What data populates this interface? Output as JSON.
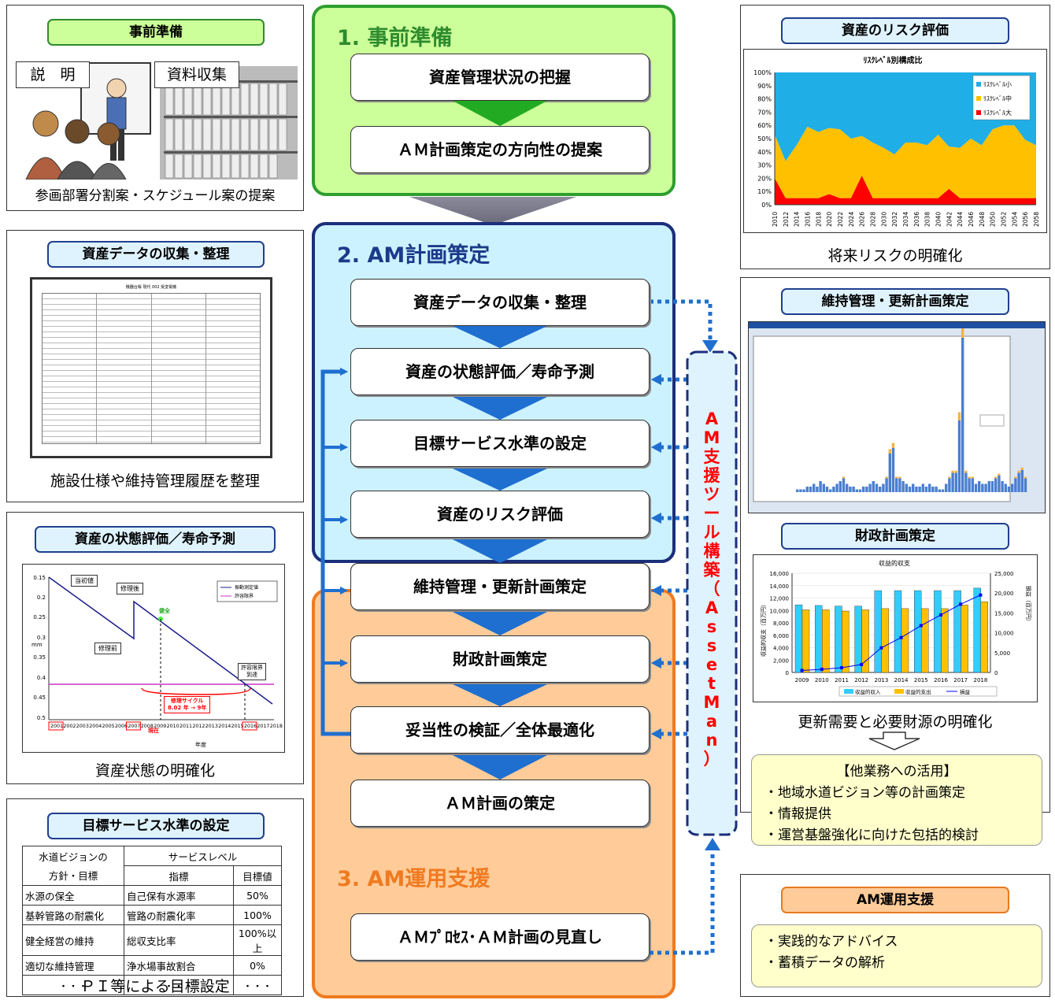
{
  "stages": {
    "s1": {
      "title": "1. 事前準備",
      "steps": [
        "資産管理状況の把握",
        "ＡＭ計画策定の方向性の提案"
      ]
    },
    "s2": {
      "title": "2. AM計画策定",
      "steps": [
        "資産データの収集・整理",
        "資産の状態評価／寿命予測",
        "目標サービス水準の設定",
        "資産のリスク評価",
        "維持管理・更新計画策定",
        "財政計画策定",
        "妥当性の検証／全体最適化",
        "ＡＭ計画の策定"
      ]
    },
    "s3": {
      "title": "3. AM運用支援",
      "steps": [
        "ＡＭﾌﾟﾛｾｽ･ＡＭ計画の見直し"
      ]
    }
  },
  "tool_label": [
    "A",
    "M",
    "支",
    "援",
    "ツ",
    "ー",
    "ル",
    "構",
    "築",
    "（",
    "A",
    "s",
    "s",
    "e",
    "t",
    "M",
    "a",
    "n",
    "）"
  ],
  "left": {
    "prep": {
      "title": "事前準備",
      "label_setsumei": "説　明",
      "label_shiryo": "資料収集",
      "caption": "参画部署分割案・スケジュール案の提案"
    },
    "data": {
      "title": "資産データの収集・整理",
      "doc_title": "機器台帳 現代 002 受変電機",
      "caption": "施設仕様や維持管理履歴を整理"
    },
    "cond": {
      "title": "資産の状態評価／寿命予測",
      "caption": "資産状態の明確化",
      "labels": {
        "initial": "当初値",
        "after": "修理後",
        "before": "修理前",
        "ok": "健全",
        "limit": "許容限界\n到達",
        "cycle": "修理サイクル\n8.02 年 → 9年",
        "now": "現在",
        "year": "年度",
        "unit": "mm"
      },
      "legend": [
        "振動測定値",
        "許容限界"
      ]
    },
    "target": {
      "title": "目標サービス水準の設定",
      "caption": "ＰＩ等による目標設定",
      "header": {
        "vision": "水道ビジョンの",
        "vision2": "方針・目標",
        "service": "サービスレベル",
        "indicator": "指標",
        "target": "目標値"
      },
      "rows": [
        [
          "水源の保全",
          "自己保有水源率",
          "50%"
        ],
        [
          "基幹管路の耐震化",
          "管路の耐震化率",
          "100%"
        ],
        [
          "健全経営の維持",
          "総収支比率",
          "100%以上"
        ],
        [
          "適切な維持管理",
          "浄水場事故割合",
          "0%"
        ],
        [
          "・・・",
          "・・・",
          "・・・"
        ]
      ]
    }
  },
  "right": {
    "risk": {
      "title": "資産のリスク評価",
      "caption": "将来リスクの明確化"
    },
    "maint": {
      "title": "維持管理・更新計画策定"
    },
    "fin": {
      "title": "財政計画策定",
      "caption": "更新需要と必要財源の明確化"
    },
    "usage": {
      "heading": "【他業務への活用】",
      "items": [
        "・地域水道ビジョン等の計画策定",
        "・情報提供",
        "・運営基盤強化に向けた包括的検討"
      ]
    },
    "am": {
      "title": "AM運用支援",
      "items": [
        "・実践的なアドバイス",
        "・蓄積データの解析"
      ]
    }
  },
  "chart_data": [
    {
      "type": "area",
      "title": "ﾘｽｸﾚﾍﾞﾙ別構成比",
      "ylim": [
        0,
        100
      ],
      "x": [
        2010,
        2012,
        2014,
        2016,
        2018,
        2020,
        2022,
        2024,
        2026,
        2028,
        2030,
        2032,
        2034,
        2036,
        2038,
        2040,
        2042,
        2044,
        2046,
        2048,
        2050,
        2052,
        2054,
        2056,
        2058
      ],
      "series": [
        {
          "name": "ﾘｽｸﾚﾍﾞﾙ大",
          "color": "#ff0000",
          "values": [
            20,
            5,
            5,
            5,
            5,
            8,
            5,
            5,
            22,
            5,
            5,
            5,
            5,
            5,
            5,
            5,
            12,
            5,
            5,
            5,
            5,
            5,
            5,
            5,
            5
          ]
        },
        {
          "name": "ﾘｽｸﾚﾍﾞﾙ中",
          "color": "#ffc000",
          "values": [
            33,
            28,
            40,
            54,
            50,
            50,
            52,
            45,
            30,
            42,
            38,
            33,
            42,
            42,
            40,
            48,
            32,
            38,
            45,
            40,
            52,
            55,
            55,
            44,
            40
          ]
        },
        {
          "name": "ﾘｽｸﾚﾍﾞﾙ小",
          "color": "#1faee6",
          "values": [
            47,
            67,
            55,
            41,
            45,
            42,
            43,
            50,
            48,
            53,
            57,
            62,
            53,
            53,
            55,
            47,
            56,
            57,
            50,
            55,
            43,
            40,
            40,
            51,
            55
          ]
        }
      ],
      "yticks": [
        "0%",
        "10%",
        "20%",
        "30%",
        "40%",
        "50%",
        "60%",
        "70%",
        "80%",
        "90%",
        "100%"
      ],
      "legend": "top-right"
    },
    {
      "type": "bar",
      "title": "収益的収支",
      "categories": [
        "2009",
        "2010",
        "2011",
        "2012",
        "2013",
        "2014",
        "2015",
        "2016",
        "2017",
        "2018"
      ],
      "series": [
        {
          "name": "収益的収入",
          "color": "#33ccff",
          "values": [
            10900,
            10800,
            10700,
            10700,
            13200,
            13200,
            13200,
            13200,
            13200,
            13600
          ]
        },
        {
          "name": "収益的支出",
          "color": "#ffc000",
          "values": [
            10100,
            10100,
            9900,
            10100,
            10300,
            10300,
            10300,
            10300,
            10900,
            11400
          ]
        },
        {
          "name": "損益",
          "color": "#0000ff",
          "type": "line",
          "axis": "right",
          "values": [
            500,
            800,
            1200,
            2000,
            6200,
            8800,
            11800,
            14500,
            17200,
            19500
          ]
        }
      ],
      "ylabel": "収益的収支（百万円）",
      "y2label": "損益（百万円）",
      "ylim": [
        0,
        16000
      ],
      "y2lim": [
        0,
        25000
      ],
      "yticks": [
        "0",
        "2,000",
        "4,000",
        "6,000",
        "8,000",
        "10,000",
        "12,000",
        "14,000",
        "16,000"
      ],
      "y2ticks": [
        "0",
        "5,000",
        "10,000",
        "15,000",
        "20,000",
        "25,000"
      ]
    }
  ]
}
